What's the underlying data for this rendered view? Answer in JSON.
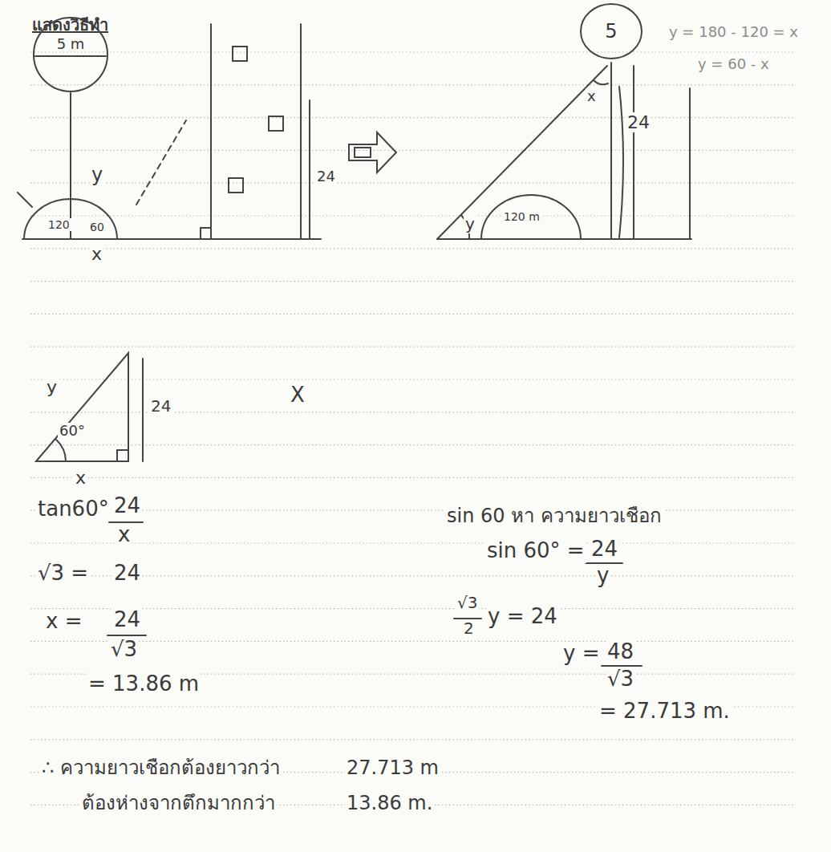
{
  "diagram": {
    "title": "แสดงวิธีทำ",
    "nodes": [
      {
        "text": [
          "5 m"
        ]
      },
      {
        "text": [
          "5"
        ]
      }
    ],
    "labels": [
      "y",
      "120",
      "60",
      "x",
      "24",
      "24",
      "y",
      "120 m",
      "x",
      "y = 180 - 120 = x",
      "y = 60 - x",
      "y",
      "24",
      "60°",
      "x",
      "X",
      "tan60° =",
      "24",
      "x",
      "√3 =",
      "24",
      "x =",
      "24",
      "√3",
      "= 13.86 m",
      "sin 60 หา ความยาวเชือก",
      "sin 60° =",
      "24",
      "y",
      "√3",
      "2",
      "y = 24",
      "y =",
      "48",
      "√3",
      "= 27.713 m.",
      "∴ ความยาวเชือกต้องยาวกว่า",
      "27.713 m",
      "ต้องห่างจากตึกมากกว่า",
      "13.86 m."
    ]
  }
}
